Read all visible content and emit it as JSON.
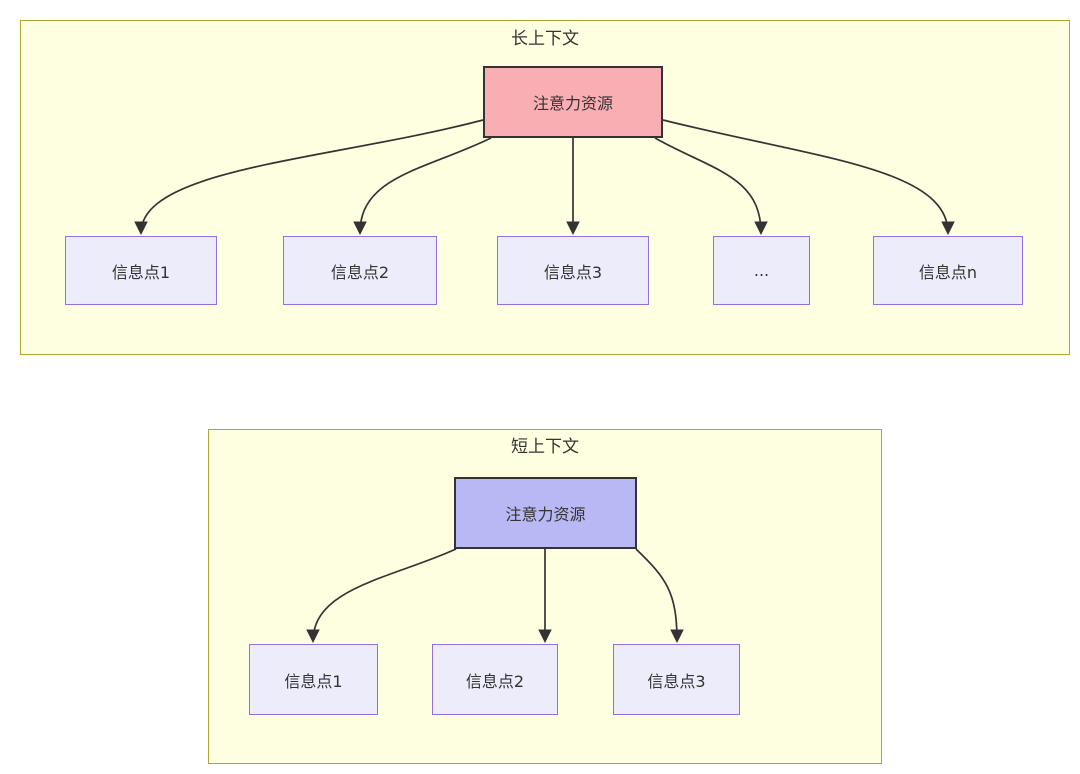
{
  "long_context": {
    "title": "长上下文",
    "hub_label": "注意力资源",
    "nodes": [
      "信息点1",
      "信息点2",
      "信息点3",
      "...",
      "信息点n"
    ]
  },
  "short_context": {
    "title": "短上下文",
    "hub_label": "注意力资源",
    "nodes": [
      "信息点1",
      "信息点2",
      "信息点3"
    ]
  },
  "colors": {
    "container_fill": "#fefee0",
    "container_border": "#aaaa33",
    "node_fill": "#ececfb",
    "node_border": "#9370db",
    "long_hub_fill": "#f9aeb3",
    "short_hub_fill": "#b8b8f5",
    "hub_border": "#333333",
    "edge_color": "#333333",
    "text_color": "#333333"
  }
}
